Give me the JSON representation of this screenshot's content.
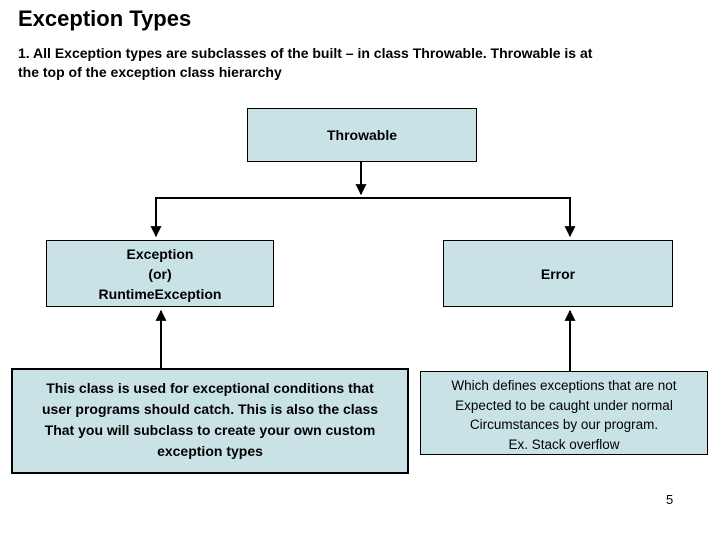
{
  "slide": {
    "title": "Exception Types",
    "body": "1. All Exception types are subclasses of the built – in class Throwable. Throwable is at\nthe top of the exception class hierarchy",
    "page_number": "5"
  },
  "diagram": {
    "nodes": {
      "throwable": {
        "label": "Throwable"
      },
      "exception": {
        "lines": [
          "Exception",
          "(or)",
          "RuntimeException"
        ]
      },
      "error": {
        "label": "Error"
      }
    },
    "notes": {
      "exception_note": "This class is used for exceptional conditions that\nuser programs should catch. This is also the class\nThat you will subclass to create your own custom\nexception types",
      "error_note": "Which defines exceptions that are not\nExpected to be caught under normal\nCircumstances by our program.\nEx. Stack overflow"
    },
    "colors": {
      "node_fill": "#c9e2e6",
      "node_border": "#000000",
      "connector": "#000000"
    }
  }
}
